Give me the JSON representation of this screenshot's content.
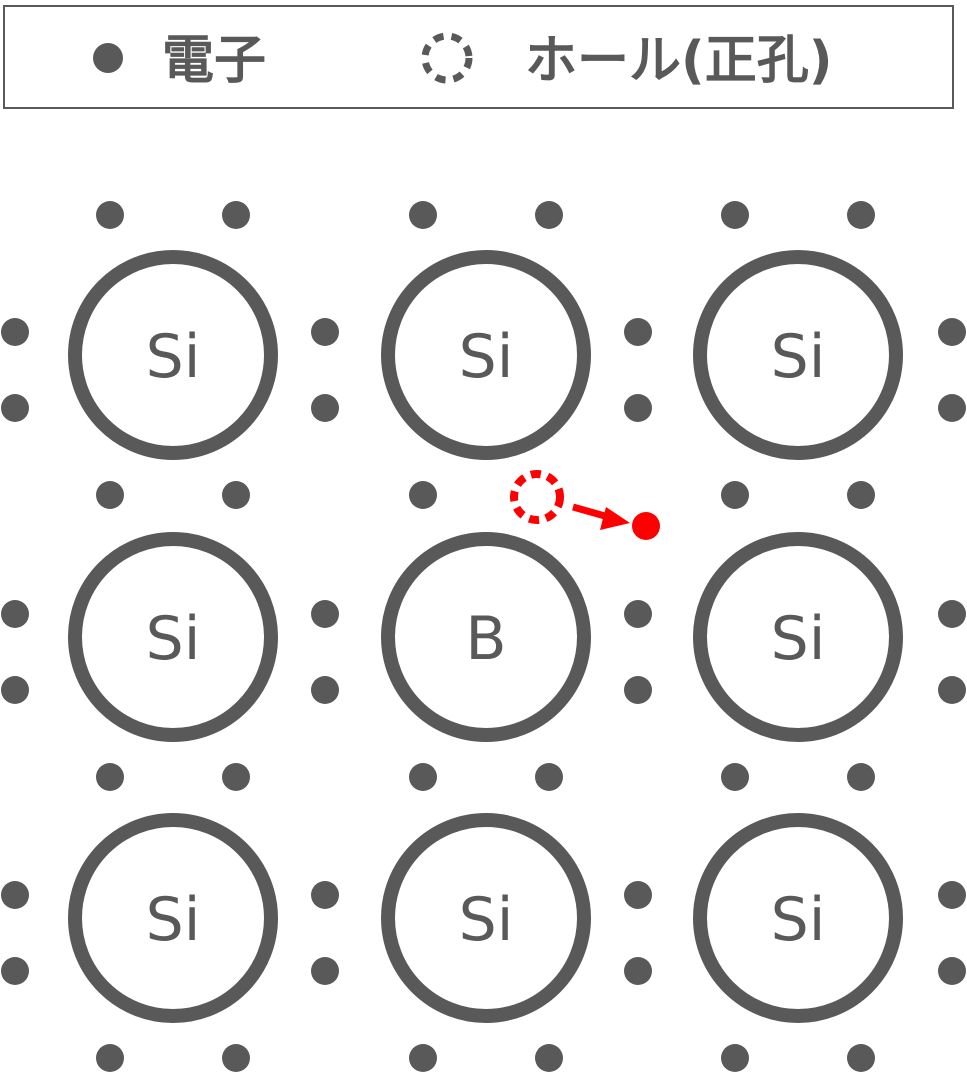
{
  "legend": {
    "electron_label": "電子",
    "hole_label": "ホール(正孔)"
  },
  "atoms": [
    [
      "Si",
      "Si",
      "Si"
    ],
    [
      "Si",
      "B",
      "Si"
    ],
    [
      "Si",
      "Si",
      "Si"
    ]
  ],
  "colors": {
    "gray": "#595959",
    "highlight": "#ff0000"
  }
}
